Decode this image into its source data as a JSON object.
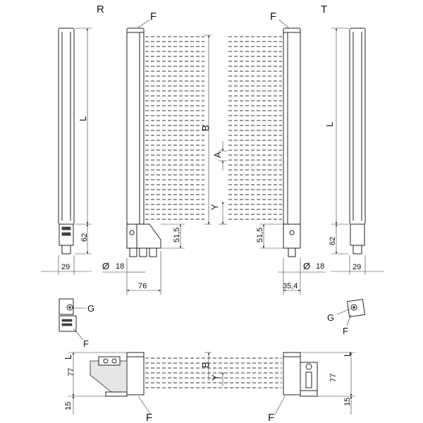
{
  "labels": {
    "receiver": "R",
    "transmitter": "T",
    "front_cap": "F",
    "length": "L",
    "beam_field": "B",
    "beam_pitch": "A",
    "offset": "Y",
    "bracket": "G"
  },
  "dimensions": {
    "connector_height": "62",
    "profile_width": "29",
    "diameter_symbol": "Ø",
    "bolt_diameter": "18",
    "bracket_width_left": "76",
    "bracket_width_right": "35,4",
    "bracket_height": "51,5",
    "base_height": "77",
    "foot_height": "15"
  }
}
